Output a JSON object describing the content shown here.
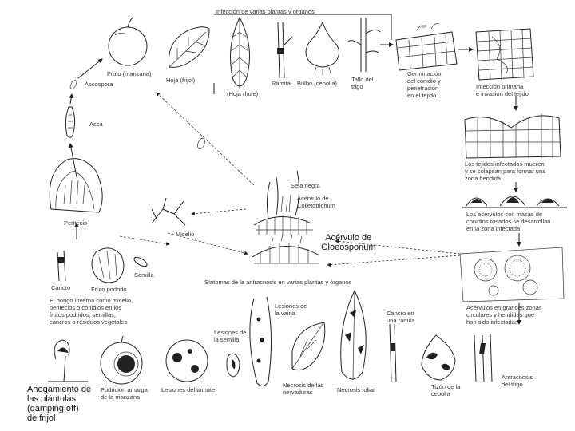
{
  "labels": {
    "top_title": "Infección de varias plantas y órganos",
    "fruto": "Fruto (manzana)",
    "hoja_frijol": "Hoja (frijol)",
    "hoja_hule": "(Hoja (hule)",
    "ramita": "Ramita",
    "bulbo": "Bulbo (cebolla)",
    "tallo": "Tallo del\ntrigo",
    "germinacion": "Germinación\ndel conidio y\npenetración\nen el tejido",
    "infeccion": "Infección primaria\ne invasión del tejido",
    "tejidos": "Los tejidos infectados mueren\ny se colapsan para formar una\nzona hendida",
    "acervulos_masas": "Los acérvulos con masas de\nconidios rosados se desarrollan\nen la zona infectada",
    "acervulos_grandes": "Acérvulos en grandes zonas\ncirculares y hendidas que\nhan sido infectadas",
    "antracnosis": "Antracnosis\ndel trigo",
    "zona_cebolla": "Tizón de la\ncebolla",
    "necrosis_foliar": "Necrosis foliar",
    "cancro_ramita": "Cancro en\nuna ramita",
    "necrosis_nervaduras": "Necrosis de las\nnervaduras",
    "lesiones_vaina": "Lesiones de\nla vaina",
    "lesiones_semilla": "Lesiones de\nla semilla",
    "lesiones_tomate": "Lesiones del tomate",
    "pudricion_amarga": "Pudrición amarga\nde la manzana",
    "sintomas": "Síntomas de la antracnosis en varias plantas y órganos",
    "ahogamiento": "Ahogamiento de\nlas plántulas\n(damping off)\nde frijol",
    "invierno": "El hongo inverna como micelio,\nperitecios o conidios en los\nfrutos podridos, semillas,\ncancros o residuos vegetales",
    "cancro": "Cancro",
    "fruto_podrido": "Fruto podrido",
    "semilla": "Semilla",
    "micelio": "Micelio",
    "peritecio": "Peritecio",
    "asca": "Asca",
    "ascospora": "Ascospora",
    "seta": "Seta negra",
    "colletotrichum": "Acérvulo de\nColletotrichum",
    "gloeosporium": "Acérvulo de\nGloeosporium"
  }
}
